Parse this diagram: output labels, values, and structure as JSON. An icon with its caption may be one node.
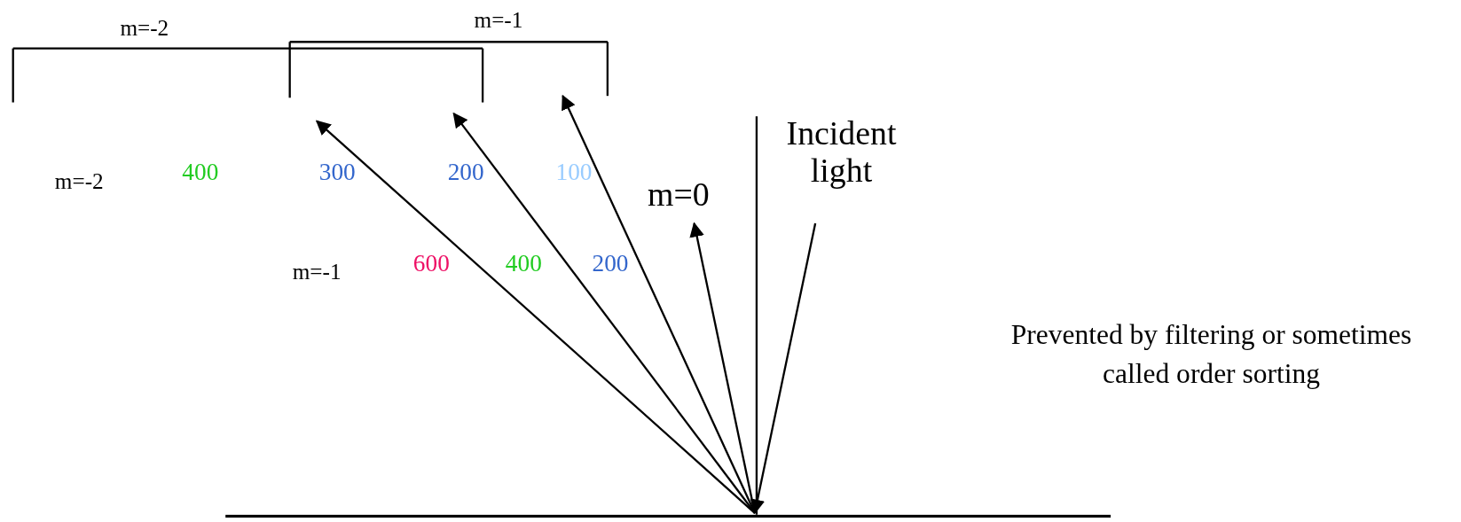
{
  "diagram": {
    "nodes": [
      {
        "text": [
          "Incident light"
        ]
      },
      {
        "text": [
          "m=0"
        ]
      },
      {
        "text": [],
        "shape": "bar"
      }
    ],
    "edges": [
      {
        "from": 0,
        "to": 2,
        "arrow": "to"
      },
      {
        "from": 2,
        "to": 1,
        "arrow": "to"
      },
      {
        "from": 2,
        "to": null,
        "arrow": "to"
      },
      {
        "from": 2,
        "to": null,
        "arrow": "to"
      },
      {
        "from": 2,
        "to": null,
        "arrow": "to"
      }
    ],
    "labels": [
      "m=-1",
      "m=-2",
      "m=-2",
      "400",
      "300",
      "200",
      "100",
      "m=-1",
      "600",
      "400",
      "200",
      "Prevented by filtering or sometimes called order sorting"
    ]
  }
}
